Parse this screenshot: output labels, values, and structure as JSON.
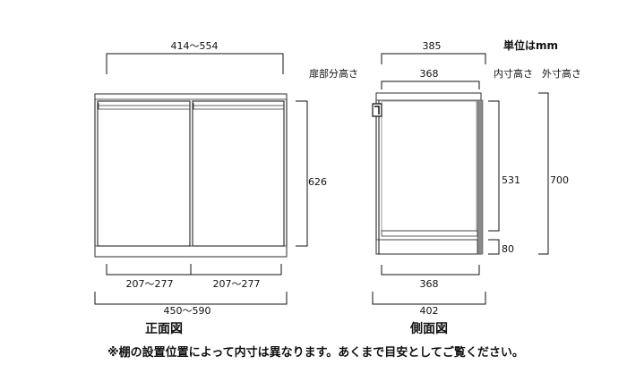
{
  "unit_label": "単位はmm",
  "front": {
    "title": "正面図",
    "width_range_top": "414〜554",
    "door_height_label": "扉部分高さ",
    "door_height_value": "626",
    "door_width_left": "207〜277",
    "door_width_right": "207〜277",
    "overall_width_range": "450〜590"
  },
  "side": {
    "title": "側面図",
    "top_depth_outer": "385",
    "top_depth_inner": "368",
    "inner_height_label": "内寸高さ",
    "outer_height_label": "外寸高さ",
    "inner_height_value": "531",
    "outer_height_value": "700",
    "plinth_height_value": "80",
    "bottom_depth_inner": "368",
    "bottom_depth_outer": "402"
  },
  "note": "※棚の設置位置によって内寸は異なります。あくまで目安としてご覧ください。"
}
